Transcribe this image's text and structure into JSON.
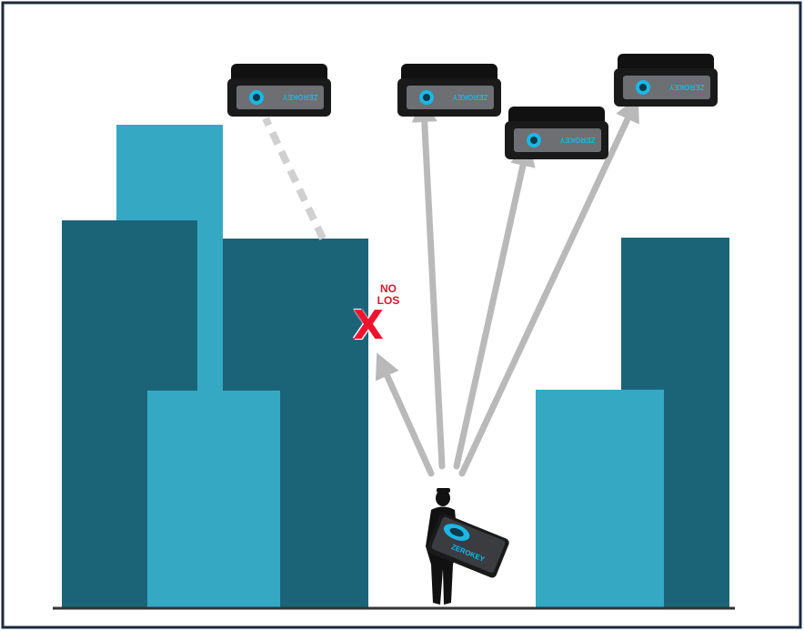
{
  "diagram": {
    "label_no_los_line1": "NO",
    "label_no_los_line2": "LOS",
    "blocked_marker": "X",
    "brand_logo": "ZEROKEY",
    "colors": {
      "building_dark": "#1b6478",
      "building_light": "#35a9c4",
      "arrow": "#b9b9b9",
      "no_los": "#e0142b",
      "frame": "#1b2a3c"
    },
    "anchors": [
      {
        "id": "anchor-1",
        "line_of_sight": false
      },
      {
        "id": "anchor-2",
        "line_of_sight": true
      },
      {
        "id": "anchor-3",
        "line_of_sight": true
      },
      {
        "id": "anchor-4",
        "line_of_sight": true
      }
    ]
  }
}
